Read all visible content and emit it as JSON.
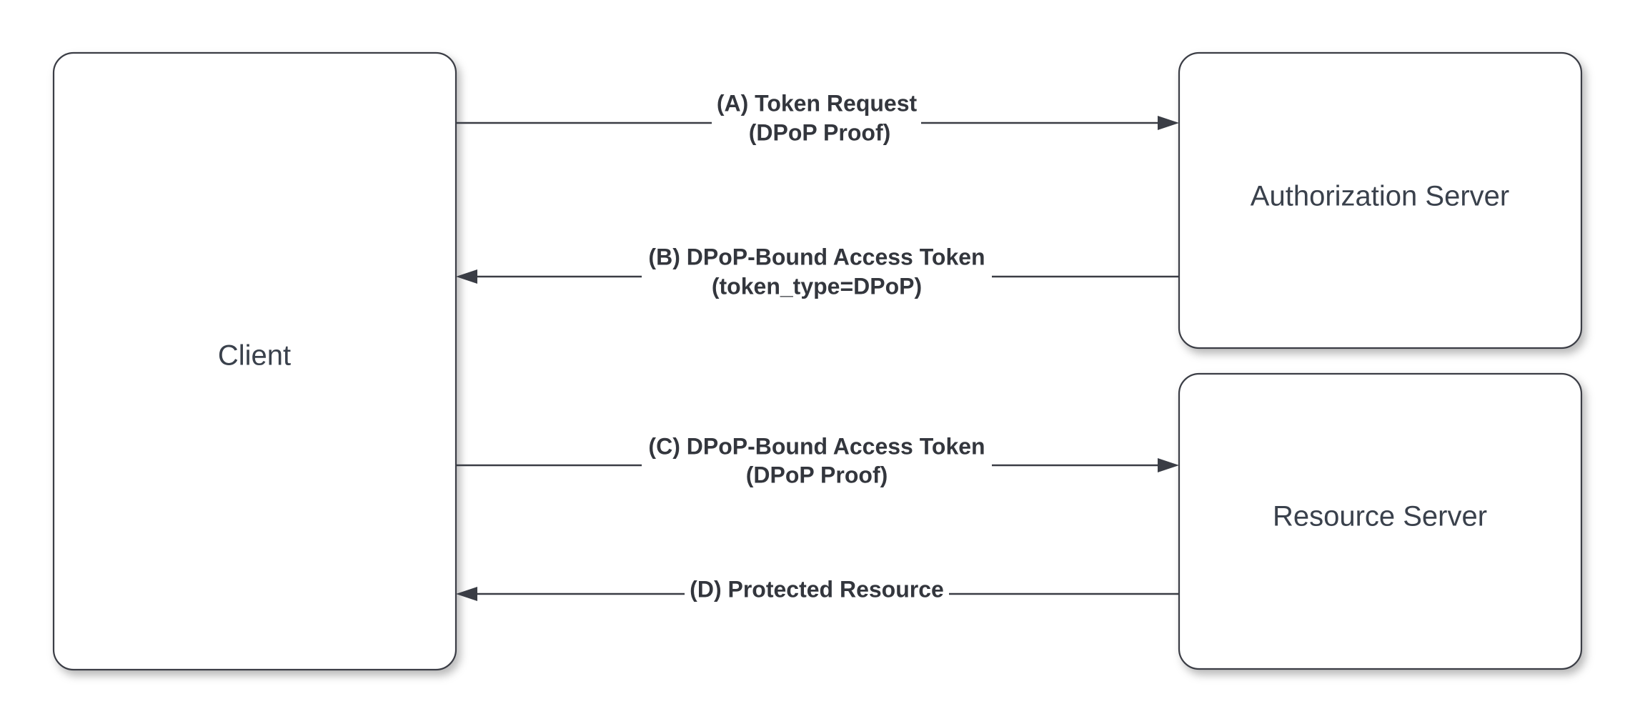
{
  "nodes": {
    "client": {
      "label": "Client"
    },
    "authorization_server": {
      "label": "Authorization Server"
    },
    "resource_server": {
      "label": "Resource Server"
    }
  },
  "edges": {
    "a": {
      "line1": "(A) Token Request",
      "line2": "(DPoP Proof)",
      "from": "Client",
      "to": "Authorization Server"
    },
    "b": {
      "line1": "(B) DPoP-Bound Access Token",
      "line2": "(token_type=DPoP)",
      "from": "Authorization Server",
      "to": "Client"
    },
    "c": {
      "line1": "(C) DPoP-Bound Access Token",
      "line2": "(DPoP Proof)",
      "from": "Client",
      "to": "Resource Server"
    },
    "d": {
      "line1": "(D) Protected Resource",
      "from": "Resource Server",
      "to": "Client"
    }
  },
  "colors": {
    "stroke": "#3a3d45",
    "text": "#33363d",
    "background": "#ffffff"
  }
}
